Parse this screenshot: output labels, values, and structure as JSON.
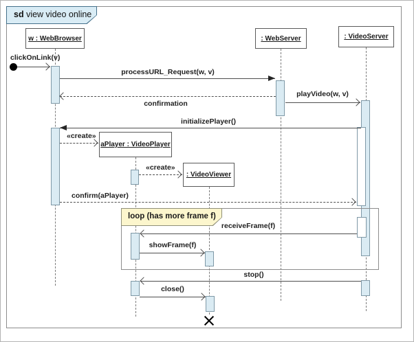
{
  "diagram": {
    "kind": "uml-sequence-diagram",
    "title_keyword": "sd",
    "title_name": " view video online"
  },
  "lifelines": [
    {
      "id": "webbrowser",
      "label": "w : WebBrowser"
    },
    {
      "id": "webserver",
      "label": ": WebServer"
    },
    {
      "id": "videoserver",
      "label": ": VideoServer"
    },
    {
      "id": "aplayer",
      "label": "aPlayer : VideoPlayer"
    },
    {
      "id": "videoviewer",
      "label": ": VideoViewer"
    }
  ],
  "fragment": {
    "operator_label": "loop (has more frame f)"
  },
  "messages": {
    "clickOnLink": {
      "label": "clickOnLink(v)",
      "kind": "found-message"
    },
    "processURL": {
      "label": "processURL_Request(w, v)",
      "kind": "sync-call"
    },
    "confirmation": {
      "label": "confirmation",
      "kind": "return"
    },
    "playVideo": {
      "label": "playVideo(w, v)",
      "kind": "async-call"
    },
    "initializePlayer": {
      "label": "initializePlayer()",
      "kind": "sync-call"
    },
    "create1": {
      "label": "«create»",
      "kind": "create"
    },
    "create2": {
      "label": "«create»",
      "kind": "create"
    },
    "confirmAPlayer": {
      "label": "confirm(aPlayer)",
      "kind": "return"
    },
    "receiveFrame": {
      "label": "receiveFrame(f)",
      "kind": "async-call"
    },
    "showFrame": {
      "label": "showFrame(f)",
      "kind": "async-call"
    },
    "stop": {
      "label": "stop()",
      "kind": "async-call"
    },
    "close": {
      "label": "close()",
      "kind": "async-call"
    }
  },
  "colors": {
    "activation_fill": "#daebf3",
    "title_tab_fill": "#d9ecf5",
    "loop_label_fill": "#fcf6cd",
    "frame_border": "#8c8c8c",
    "message_line": "#4d4d4d",
    "text": "#1a1a1a"
  }
}
